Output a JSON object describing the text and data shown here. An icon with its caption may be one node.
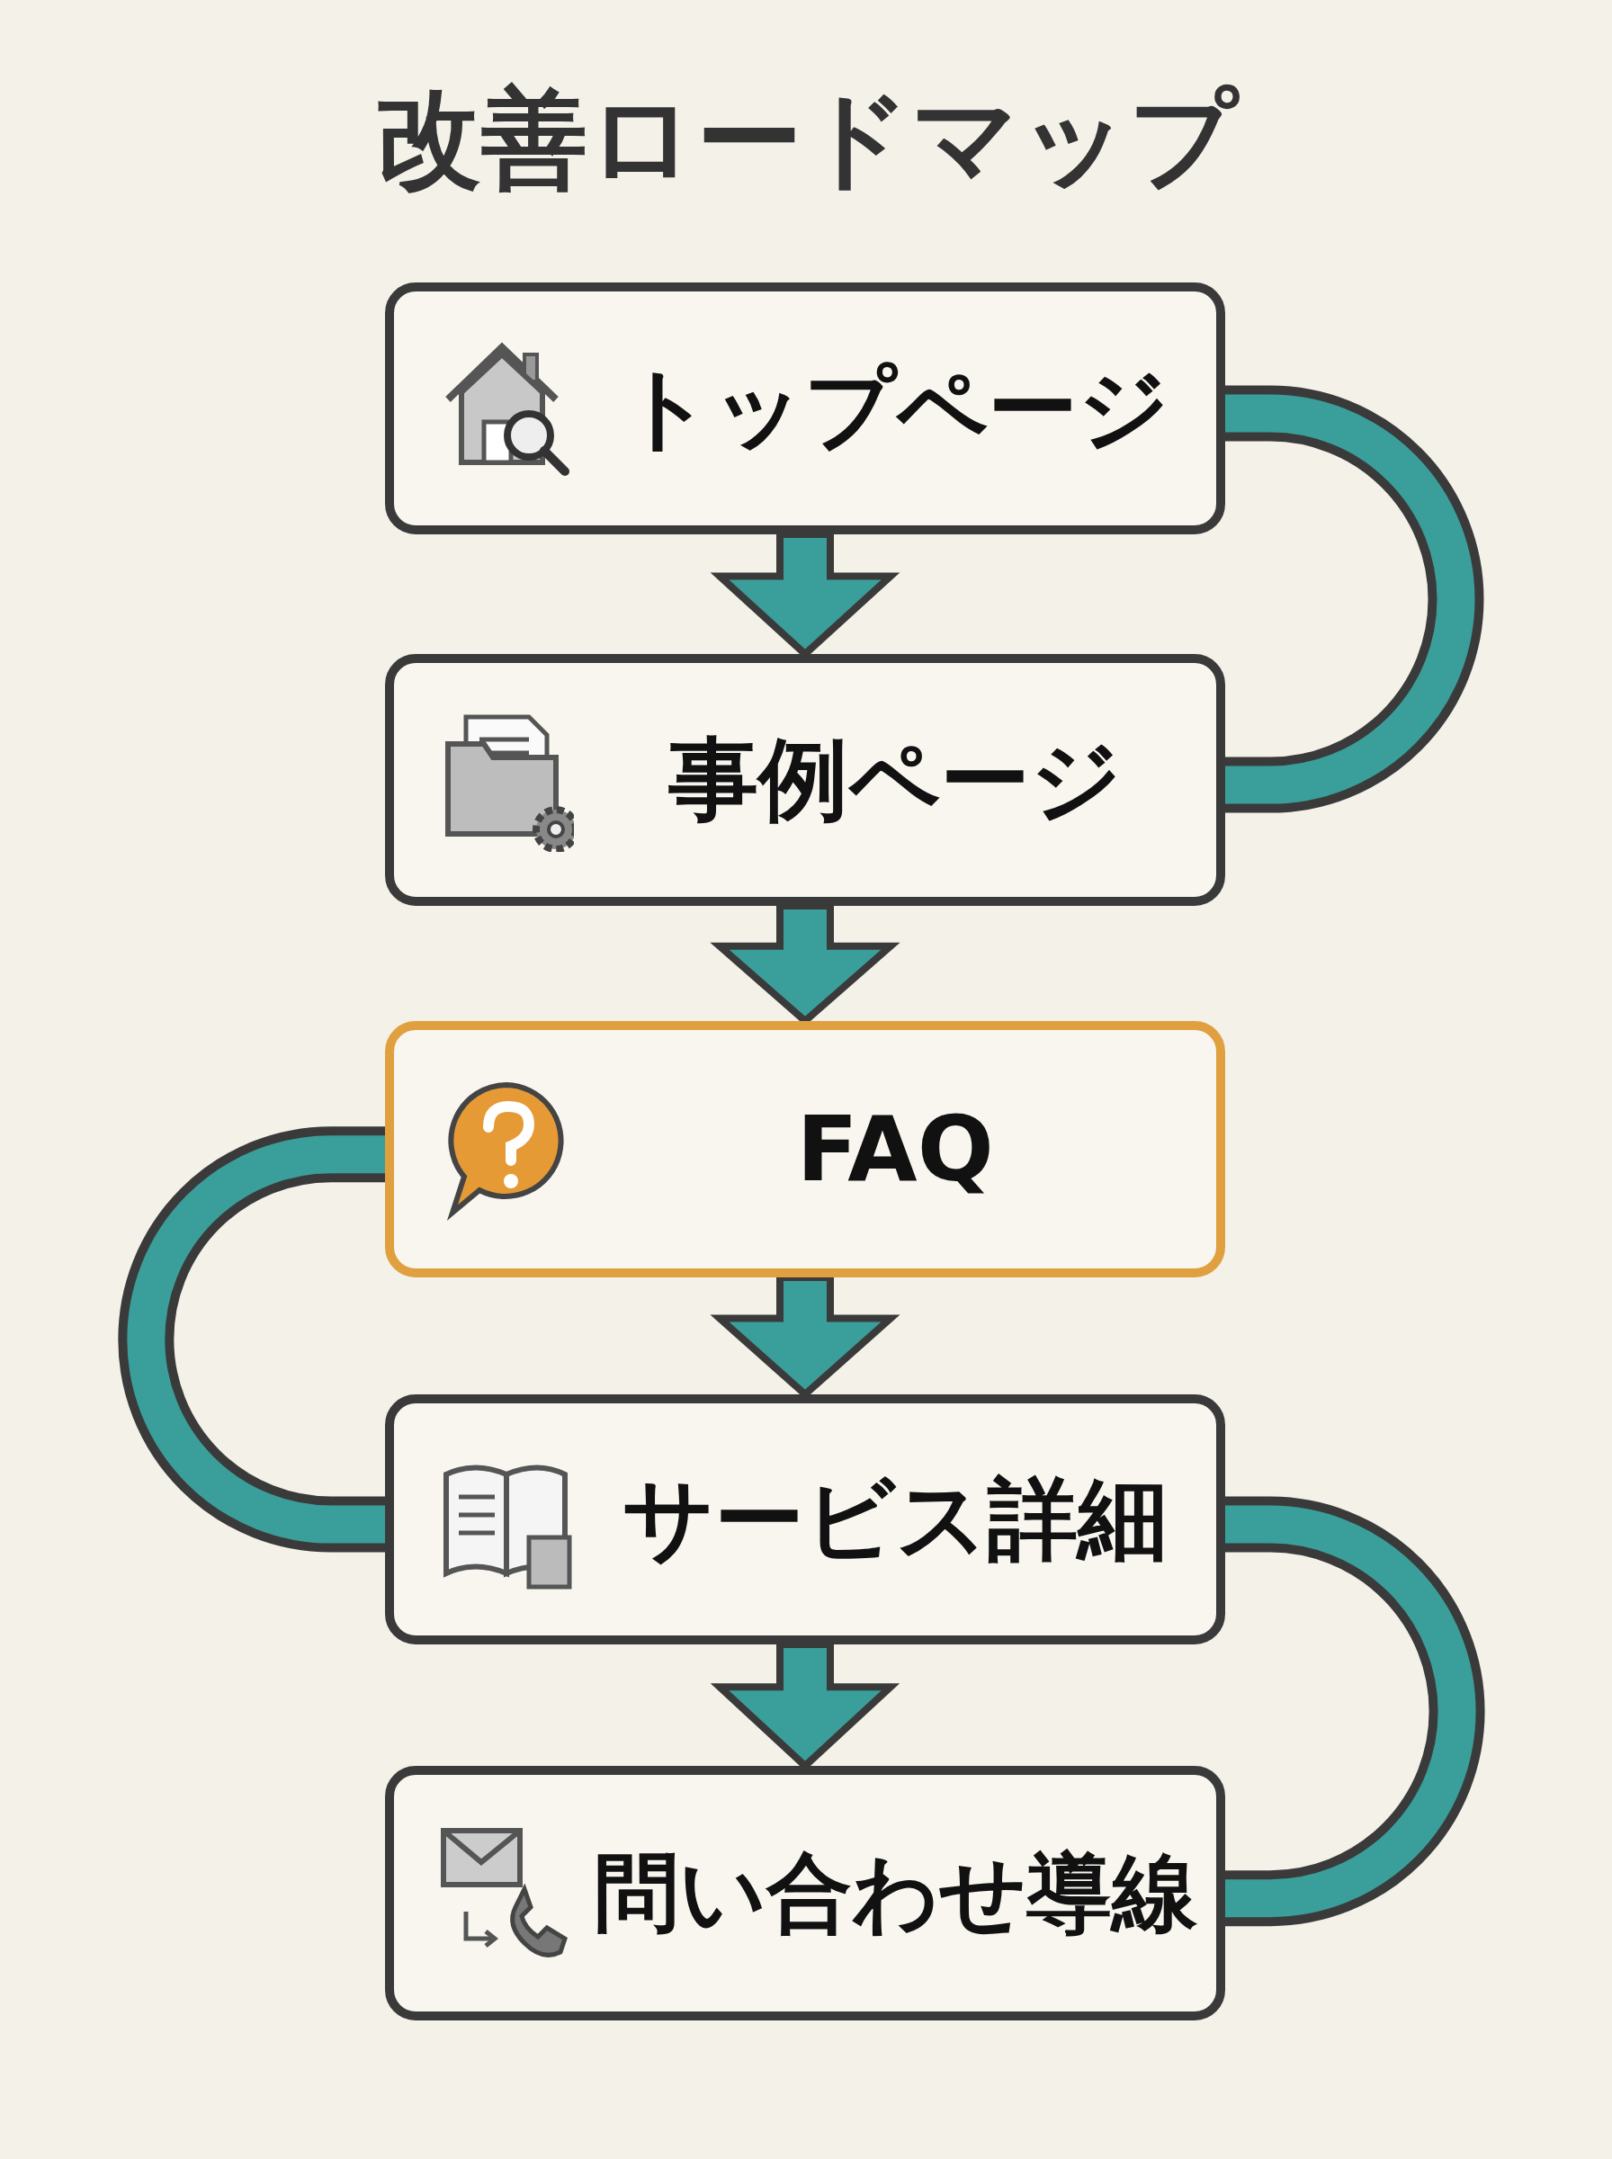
{
  "diagram": {
    "title": "改善ロードマップ",
    "nodes": [
      {
        "text": [
          "トップページ"
        ]
      },
      {
        "text": [
          "事例ページ"
        ]
      },
      {
        "text": [
          "FAQ"
        ]
      },
      {
        "text": [
          "サービス詳細"
        ]
      },
      {
        "text": [
          "問い合わせ導線"
        ]
      }
    ],
    "edges": [
      {
        "from": 0,
        "to": 1,
        "arrow": "to"
      },
      {
        "from": 1,
        "to": 2,
        "arrow": "to"
      },
      {
        "from": 2,
        "to": 3,
        "arrow": "to"
      },
      {
        "from": 3,
        "to": 4,
        "arrow": "to"
      },
      {
        "from": 0,
        "to": 1,
        "arrow": "none"
      },
      {
        "from": 2,
        "to": 3,
        "arrow": "none"
      },
      {
        "from": 3,
        "to": 4,
        "arrow": "none"
      }
    ]
  }
}
